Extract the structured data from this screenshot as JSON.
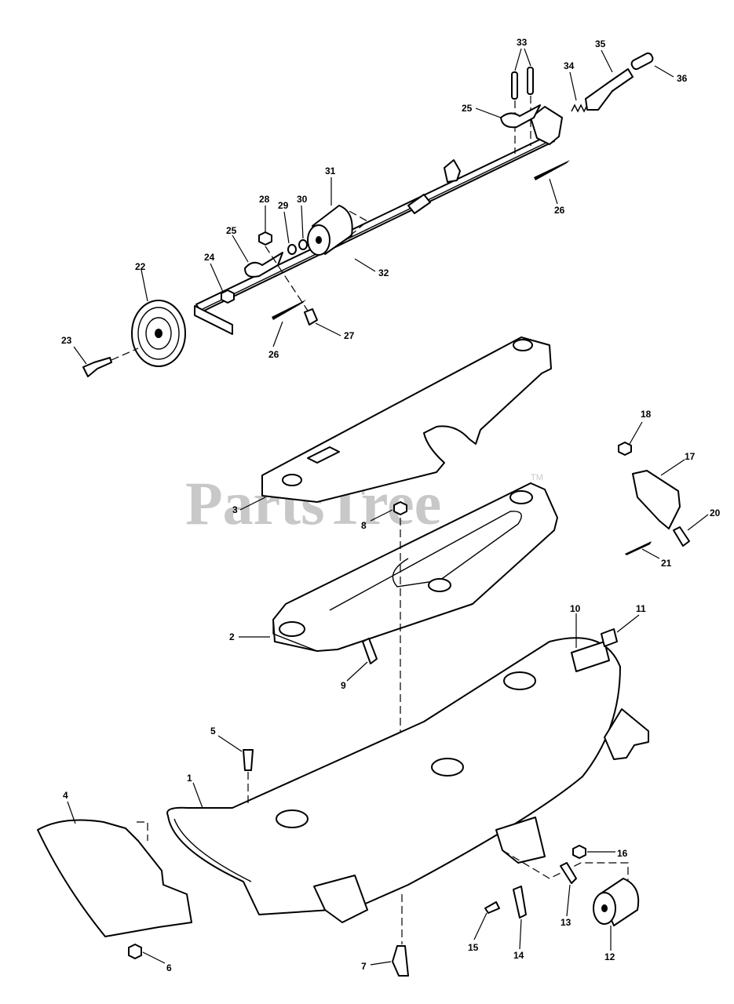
{
  "watermark": {
    "text": "PartsTree",
    "tm": "TM"
  },
  "callouts": [
    {
      "id": "c1",
      "label": "1"
    },
    {
      "id": "c2",
      "label": "2"
    },
    {
      "id": "c3",
      "label": "3"
    },
    {
      "id": "c4",
      "label": "4"
    },
    {
      "id": "c5",
      "label": "5"
    },
    {
      "id": "c6",
      "label": "6"
    },
    {
      "id": "c7",
      "label": "7"
    },
    {
      "id": "c8",
      "label": "8"
    },
    {
      "id": "c9",
      "label": "9"
    },
    {
      "id": "c10",
      "label": "10"
    },
    {
      "id": "c11",
      "label": "11"
    },
    {
      "id": "c12",
      "label": "12"
    },
    {
      "id": "c13",
      "label": "13"
    },
    {
      "id": "c14",
      "label": "14"
    },
    {
      "id": "c15",
      "label": "15"
    },
    {
      "id": "c16",
      "label": "16"
    },
    {
      "id": "c17",
      "label": "17"
    },
    {
      "id": "c18",
      "label": "18"
    },
    {
      "id": "c20",
      "label": "20"
    },
    {
      "id": "c21",
      "label": "21"
    },
    {
      "id": "c22",
      "label": "22"
    },
    {
      "id": "c23",
      "label": "23"
    },
    {
      "id": "c24",
      "label": "24"
    },
    {
      "id": "c25a",
      "label": "25"
    },
    {
      "id": "c25b",
      "label": "25"
    },
    {
      "id": "c26a",
      "label": "26"
    },
    {
      "id": "c26b",
      "label": "26"
    },
    {
      "id": "c27",
      "label": "27"
    },
    {
      "id": "c28",
      "label": "28"
    },
    {
      "id": "c29",
      "label": "29"
    },
    {
      "id": "c30",
      "label": "30"
    },
    {
      "id": "c31",
      "label": "31"
    },
    {
      "id": "c32",
      "label": "32"
    },
    {
      "id": "c33",
      "label": "33"
    },
    {
      "id": "c34",
      "label": "34"
    },
    {
      "id": "c35",
      "label": "35"
    },
    {
      "id": "c36",
      "label": "36"
    }
  ]
}
